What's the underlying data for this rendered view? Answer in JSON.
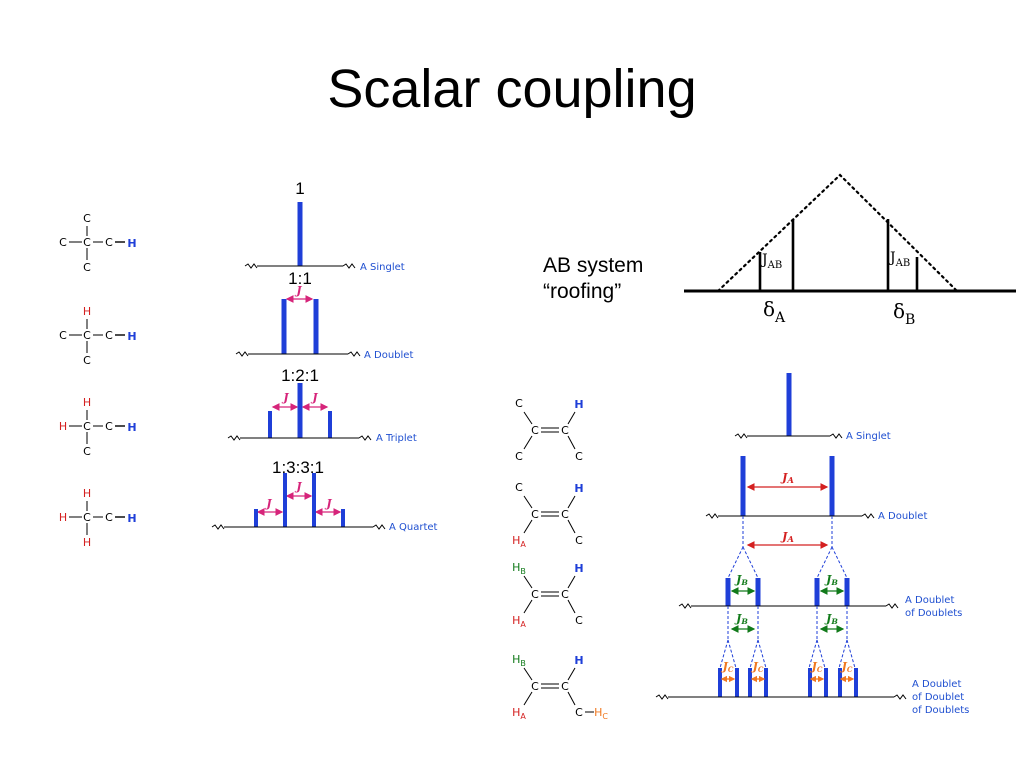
{
  "title": "Scalar coupling",
  "ab_system": {
    "label_line1": "AB system",
    "label_line2": "“roofing”",
    "j_symbol": "J",
    "j_subscript": "AB",
    "delta_symbol": "δ",
    "delta_a_subscript": "A",
    "delta_b_subscript": "B"
  },
  "left_column": {
    "ratios": [
      "1",
      "1:1",
      "1:2:1",
      "1:3:3:1"
    ],
    "labels": [
      "A Singlet",
      "A Doublet",
      "A Triplet",
      "A Quartet"
    ],
    "j_symbol": "J"
  },
  "right_column": {
    "labels": [
      "A Singlet",
      "A Doublet",
      "A Doublet",
      "of Doublets",
      "A Doublet",
      "of Doublet",
      "of Doublets"
    ],
    "j_symbol": "J",
    "sub_a": "A",
    "sub_b": "B",
    "sub_c": "C"
  },
  "atoms": {
    "carbon": "C",
    "hydrogen": "H",
    "sub_a": "A",
    "sub_b": "B",
    "sub_c": "C"
  },
  "colors": {
    "blue": "#1f3fd8",
    "red": "#d42020",
    "magenta": "#d6247a",
    "green": "#117a1a",
    "orange": "#f07820"
  }
}
